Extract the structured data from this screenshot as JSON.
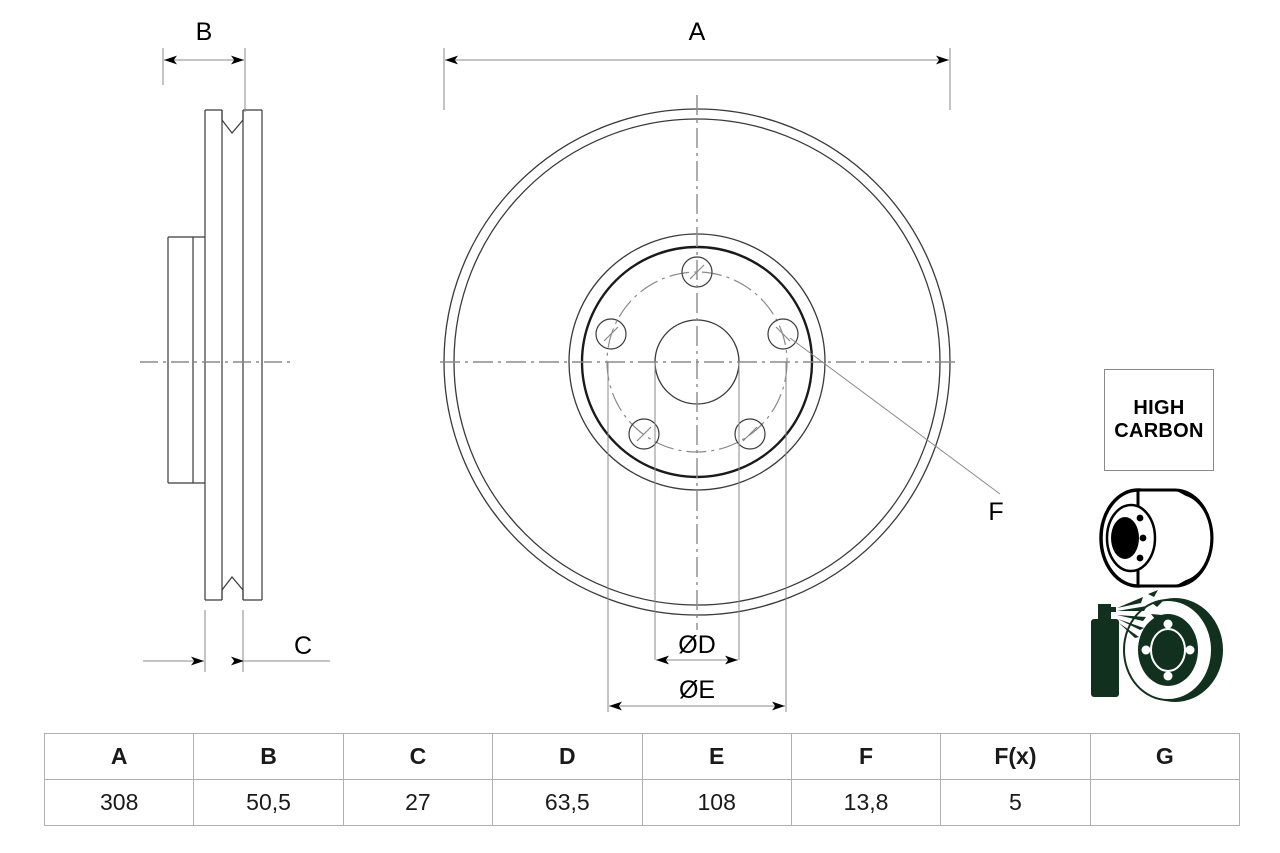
{
  "drawing": {
    "title": "brake-disc-technical-drawing",
    "dimension_labels": {
      "overall_diameter": "A",
      "overall_width": "B",
      "disc_thickness": "C",
      "center_bore": "ØD",
      "pitch_circle": "ØE",
      "bolt_hole": "F"
    }
  },
  "badge": {
    "line1": "HIGH",
    "line2": "CARBON"
  },
  "icons": {
    "vented_disc": "vented-brake-disc-icon",
    "coating_spray": "spray-coating-disc-icon",
    "spray_can": "spray-can-icon"
  },
  "colors": {
    "line": "#3a3a3a",
    "thick_line": "#1a1a1a",
    "center_line": "#8a8a8a",
    "table_border": "#b0b0b0",
    "coating_green": "#11301d",
    "icon_black": "#000000"
  },
  "table": {
    "headers": [
      "A",
      "B",
      "C",
      "D",
      "E",
      "F",
      "F(x)",
      "G"
    ],
    "values": [
      "308",
      "50,5",
      "27",
      "63,5",
      "108",
      "13,8",
      "5",
      ""
    ]
  }
}
